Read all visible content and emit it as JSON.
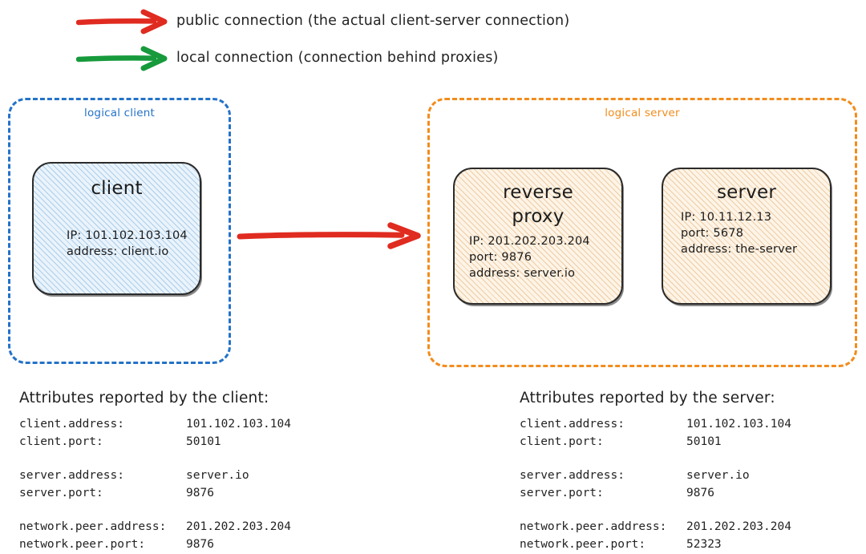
{
  "legend": {
    "items": [
      {
        "id": "public",
        "color": "#e02b20",
        "label": "public connection (the actual client-server connection)"
      },
      {
        "id": "local",
        "color": "#179a3c",
        "label": "local connection (connection behind proxies)"
      }
    ]
  },
  "groups": {
    "client": {
      "label": "logical client",
      "color": "#2472c8"
    },
    "server": {
      "label": "logical server",
      "color": "#f28c1c"
    }
  },
  "nodes": {
    "client": {
      "title": "client",
      "lines": [
        "IP: 101.102.103.104",
        "address: client.io"
      ]
    },
    "reverse_proxy": {
      "title": "reverse\nproxy",
      "lines": [
        "IP: 201.202.203.204",
        "port: 9876",
        "address: server.io"
      ]
    },
    "server": {
      "title": "server",
      "lines": [
        "IP: 10.11.12.13",
        "port: 5678",
        "address: the-server"
      ]
    }
  },
  "main_arrow": {
    "color": "#e02b20",
    "kind": "public"
  },
  "attributes": {
    "client": {
      "heading": "Attributes reported by the client:",
      "rows": [
        {
          "key": "client.address:",
          "value": "101.102.103.104"
        },
        {
          "key": "client.port:",
          "value": "50101"
        },
        {
          "key": "",
          "value": "",
          "spacer": true
        },
        {
          "key": "server.address:",
          "value": "server.io"
        },
        {
          "key": "server.port:",
          "value": "9876"
        },
        {
          "key": "",
          "value": "",
          "spacer": true
        },
        {
          "key": "network.peer.address:",
          "value": "201.202.203.204"
        },
        {
          "key": "network.peer.port:",
          "value": "9876"
        }
      ]
    },
    "server": {
      "heading": "Attributes reported by the server:",
      "rows": [
        {
          "key": "client.address:",
          "value": "101.102.103.104"
        },
        {
          "key": "client.port:",
          "value": "50101"
        },
        {
          "key": "",
          "value": "",
          "spacer": true
        },
        {
          "key": "server.address:",
          "value": "server.io"
        },
        {
          "key": "server.port:",
          "value": "9876"
        },
        {
          "key": "",
          "value": "",
          "spacer": true
        },
        {
          "key": "network.peer.address:",
          "value": "201.202.203.204"
        },
        {
          "key": "network.peer.port:",
          "value": "52323"
        }
      ]
    }
  }
}
